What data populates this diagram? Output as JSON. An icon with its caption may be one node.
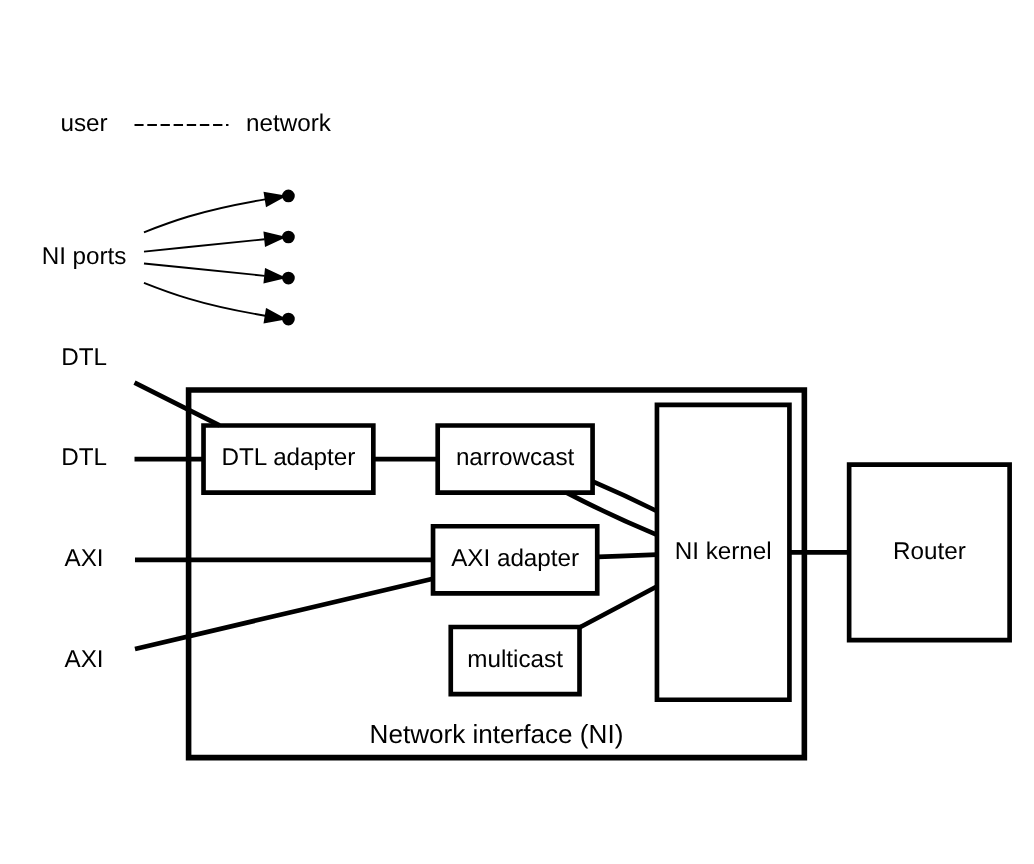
{
  "diagram": {
    "nodes": [
      {
        "text": [
          "Network interface (NI)"
        ]
      },
      {
        "text": [
          "DTL adapter"
        ],
        "in": 0
      },
      {
        "text": [
          "AXI adapter"
        ],
        "in": 0
      },
      {
        "text": [
          "multicast"
        ],
        "in": 0
      },
      {
        "text": [
          "narrowcast"
        ],
        "in": 0
      },
      {
        "text": [
          "NI kernel"
        ],
        "in": 0
      },
      {
        "text": [
          "Router"
        ]
      },
      {
        "text": [
          "DTL"
        ]
      },
      {
        "text": [
          "DTL"
        ]
      },
      {
        "text": [
          "AXI"
        ]
      },
      {
        "text": [
          "AXI"
        ]
      },
      {
        "text": [
          "NI ports"
        ]
      }
    ],
    "edges": [
      {
        "from": 7,
        "to": 1,
        "arrow": "none"
      },
      {
        "from": 8,
        "to": 1,
        "arrow": "none"
      },
      {
        "from": 9,
        "to": 2,
        "arrow": "none"
      },
      {
        "from": 10,
        "to": 2,
        "arrow": "none"
      },
      {
        "from": 1,
        "to": 4,
        "arrow": "none"
      },
      {
        "from": 4,
        "to": 5,
        "arrow": "none"
      },
      {
        "from": 4,
        "to": 5,
        "arrow": "none"
      },
      {
        "from": 3,
        "to": 5,
        "arrow": "none"
      },
      {
        "from": 2,
        "to": 5,
        "arrow": "none"
      },
      {
        "from": 5,
        "to": 6,
        "arrow": "none"
      },
      {
        "from": 11,
        "to": null,
        "arrow": "to"
      },
      {
        "from": 11,
        "to": null,
        "arrow": "to"
      },
      {
        "from": 11,
        "to": null,
        "arrow": "to"
      },
      {
        "from": 11,
        "to": null,
        "arrow": "to"
      }
    ],
    "labels": [
      "user",
      "network"
    ]
  }
}
